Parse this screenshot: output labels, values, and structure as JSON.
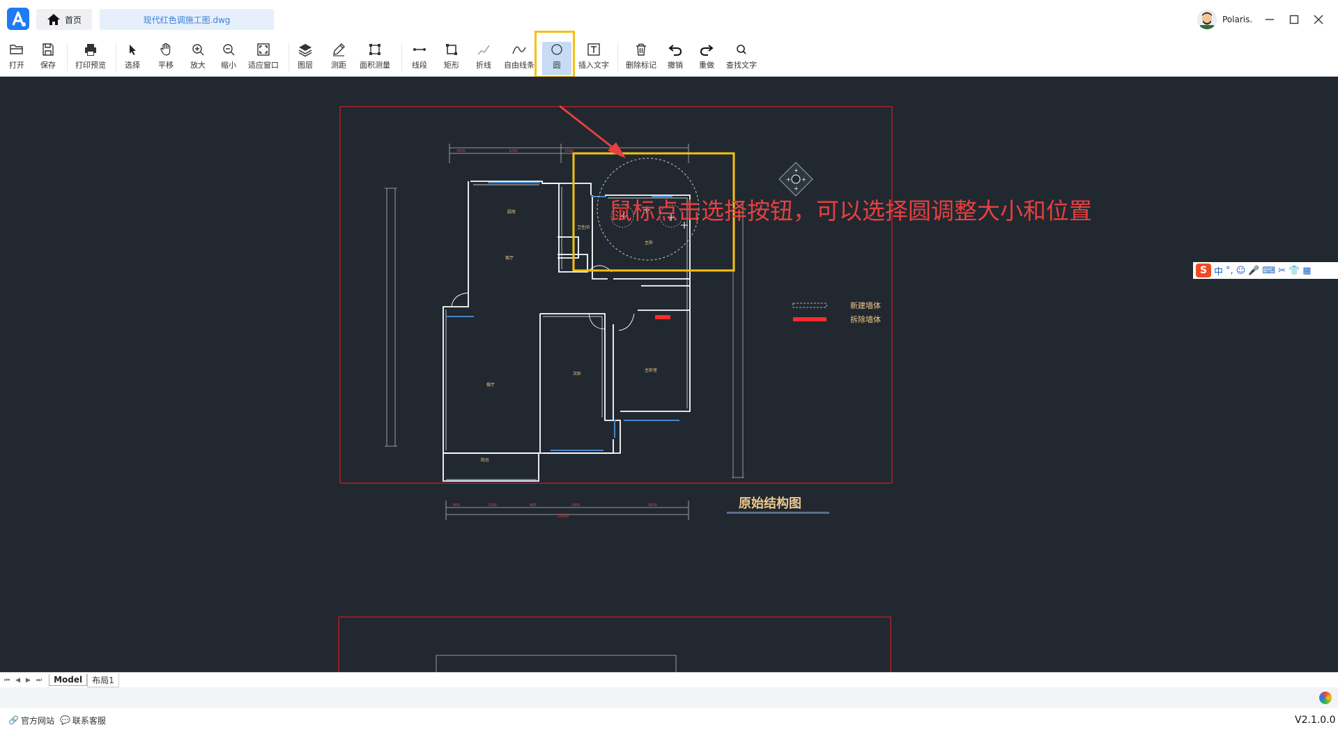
{
  "titlebar": {
    "home_label": "首页",
    "file_tab_label": "现代红色调施工图.dwg",
    "user_name": "Polaris."
  },
  "toolbar": {
    "tools": [
      {
        "id": "open",
        "label": "打开",
        "icon": "folder-open-icon"
      },
      {
        "id": "save",
        "label": "保存",
        "icon": "save-icon"
      },
      {
        "id": "print-preview",
        "label": "打印预览",
        "icon": "printer-icon"
      },
      {
        "id": "select",
        "label": "选择",
        "icon": "cursor-icon"
      },
      {
        "id": "pan",
        "label": "平移",
        "icon": "hand-icon"
      },
      {
        "id": "zoom-in",
        "label": "放大",
        "icon": "zoom-in-icon"
      },
      {
        "id": "zoom-out",
        "label": "缩小",
        "icon": "zoom-out-icon"
      },
      {
        "id": "fit-window",
        "label": "适应窗口",
        "icon": "fit-window-icon"
      },
      {
        "id": "layers",
        "label": "图层",
        "icon": "layers-icon"
      },
      {
        "id": "measure",
        "label": "测距",
        "icon": "ruler-pencil-icon"
      },
      {
        "id": "area",
        "label": "面积测量",
        "icon": "area-icon"
      },
      {
        "id": "line",
        "label": "线段",
        "icon": "line-segment-icon"
      },
      {
        "id": "rect",
        "label": "矩形",
        "icon": "rectangle-icon"
      },
      {
        "id": "polyline",
        "label": "折线",
        "icon": "polyline-icon"
      },
      {
        "id": "freehand",
        "label": "自由线条",
        "icon": "freehand-icon"
      },
      {
        "id": "circle",
        "label": "圆",
        "icon": "circle-icon"
      },
      {
        "id": "text",
        "label": "插入文字",
        "icon": "text-icon"
      },
      {
        "id": "delete",
        "label": "删除标记",
        "icon": "trash-icon"
      },
      {
        "id": "undo",
        "label": "撤销",
        "icon": "undo-icon"
      },
      {
        "id": "redo",
        "label": "重做",
        "icon": "redo-icon"
      },
      {
        "id": "find",
        "label": "查找文字",
        "icon": "search-icon"
      }
    ]
  },
  "canvas": {
    "annotation": "鼠标点击选择按钮，可以选择圆调整大小和位置",
    "drawing_title": "原始结构图",
    "legend": [
      {
        "label": "新建墙体"
      },
      {
        "label": "拆除墙体"
      }
    ],
    "room_labels": [
      "厨房",
      "客厅",
      "卫生间",
      "主卧",
      "阳台",
      "次卧",
      "主卧室",
      "餐厅"
    ]
  },
  "ime": {
    "lang": "中",
    "punct": "°,"
  },
  "layout_tabs": {
    "tabs": [
      "Model",
      "布局1"
    ]
  },
  "status": {
    "website": "官方网站",
    "support": "联系客服",
    "version": "V2.1.0.0"
  },
  "colors": {
    "accent": "#1e7bf2",
    "highlight": "#f5c010",
    "annotation": "#e64040",
    "canvas_bg": "#212830"
  }
}
